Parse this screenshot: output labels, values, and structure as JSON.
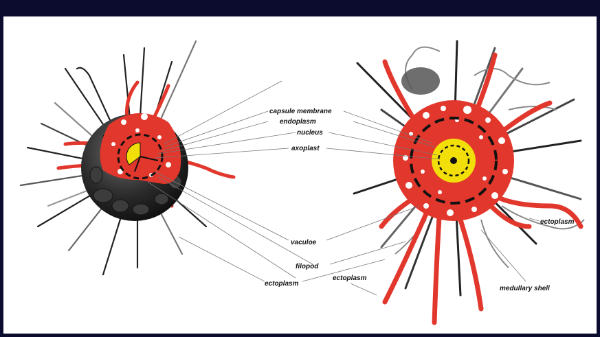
{
  "labels": {
    "capsule_membrane": "capsule membrane",
    "endoplasm": "endoplasm",
    "nucleus": "nucleus",
    "axoplast": "axoplast",
    "vaculoe": "vaculoe",
    "filopod": "filopod",
    "ectoplasm_left": "ectoplasm",
    "ectoplasm_center": "ectoplasm",
    "ectoplasm_right": "ectoplasm",
    "medullary_shell": "medullary shell"
  },
  "colors": {
    "background": "#0b0c2e",
    "panel": "#ffffff",
    "cytoplasm_red": "#e2372c",
    "nucleus_yellow": "#f2df0a",
    "shell_dark": "#1c1c1c",
    "spine_grey": "#8a8a8a"
  }
}
